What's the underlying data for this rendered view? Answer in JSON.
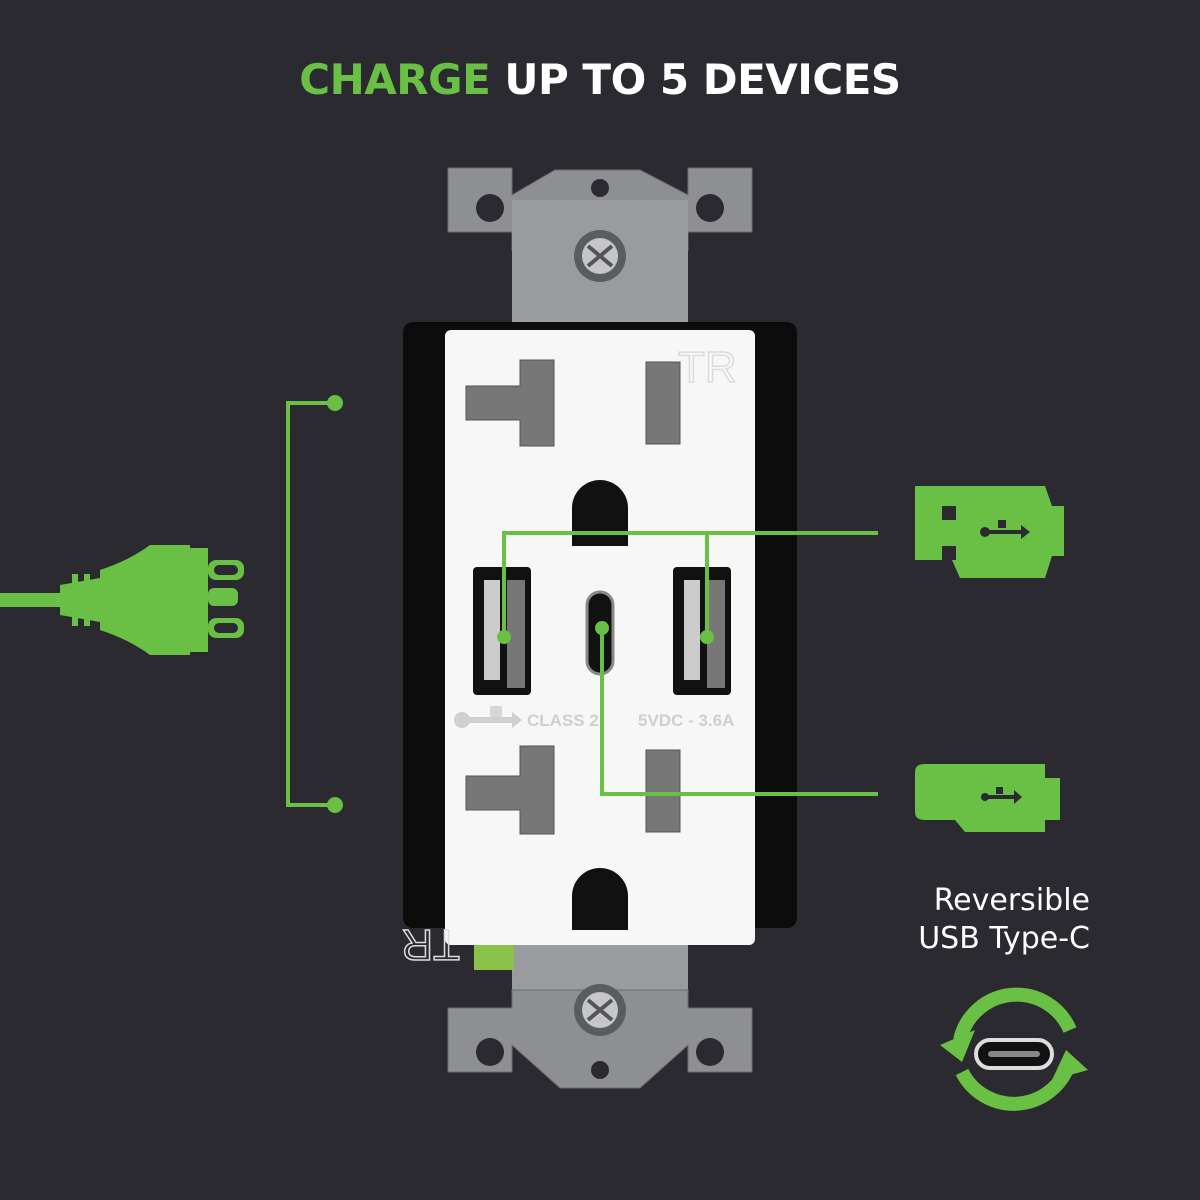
{
  "headline": {
    "highlight": "CHARGE",
    "rest": "UP TO 5 DEVICES"
  },
  "outlet": {
    "tamper_mark_top": "TR",
    "tamper_mark_bottom": "TR",
    "usb_label_left": "CLASS 2.",
    "usb_label_right": "5VDC - 3.6A"
  },
  "callouts": {
    "usb_c_caption_line1": "Reversible",
    "usb_c_caption_line2": "USB Type-C"
  },
  "icons": [
    "plug-icon",
    "usb-a-connector-icon",
    "usb-c-connector-icon",
    "usb-symbol-icon",
    "reversible-arrows-icon"
  ],
  "colors": {
    "accent": "#6abf45",
    "background": "#2b2a30",
    "text": "#ffffff"
  }
}
